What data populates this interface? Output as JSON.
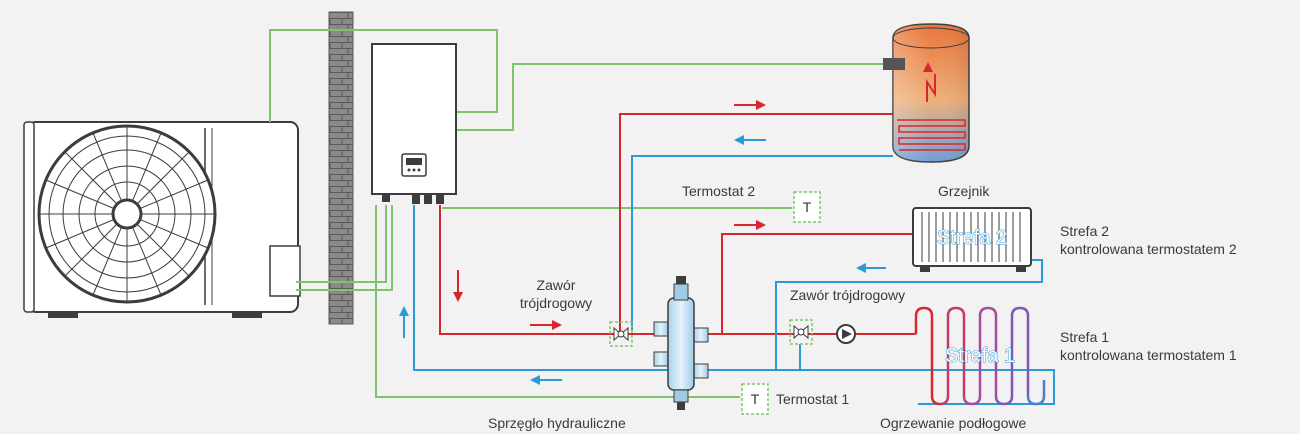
{
  "labels": {
    "termostat2": "Termostat 2",
    "termostat1": "Termostat 1",
    "grzejnik": "Grzejnik",
    "strefa2_line1": "Strefa 2",
    "strefa2_line2": "kontrolowana termostatem 2",
    "strefa1_line1": "Strefa 1",
    "strefa1_line2": "kontrolowana termostatem 1",
    "zawor_left_line1": "Zawór",
    "zawor_left_line2": "trójdrogowy",
    "zawor_right": "Zawór trójdrogowy",
    "sprzeglo": "Sprzęgło hydrauliczne",
    "ogrzewanie": "Ogrzewanie podłogowe",
    "zone2": "Strefa 2",
    "zone1": "Strefa 1",
    "thermostat_symbol": "T"
  },
  "colors": {
    "hot": "#d9262e",
    "cold": "#2b9bd8",
    "signal": "#7fc46a",
    "outline": "#3c3c3c",
    "wall": "#7a7a7a"
  }
}
